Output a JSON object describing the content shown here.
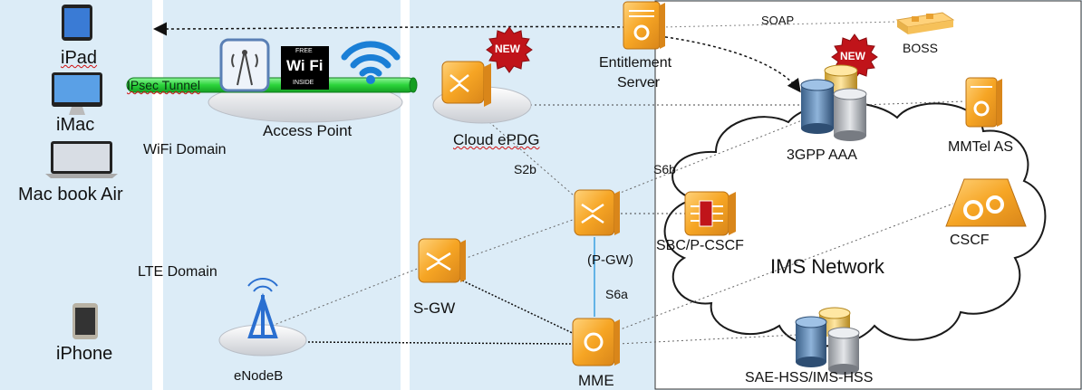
{
  "devices": {
    "ipad": "iPad",
    "imac": "iMac",
    "macbook": "Mac book Air",
    "iphone": "iPhone"
  },
  "domains": {
    "wifi": "WiFi Domain",
    "lte": "LTE Domain"
  },
  "tunnel": "IPsec Tunnel",
  "wifi_badge": {
    "free": "FREE",
    "brand": "Wi Fi",
    "inside": "INSIDE"
  },
  "nodes": {
    "access_point": "Access Point",
    "cloud_epdg": "Cloud ePDG",
    "entitlement_line1": "Entitlement",
    "entitlement_line2": "Server",
    "boss": "BOSS",
    "aaa": "3GPP AAA",
    "mmtel": "MMTel AS",
    "sbc": "SBC/P-CSCF",
    "cscf": "CSCF",
    "ims": "IMS Network",
    "pgw": "(P-GW)",
    "sgw": "S-GW",
    "enodeb": "eNodeB",
    "mme": "MME",
    "hss": "SAE-HSS/IMS-HSS"
  },
  "badges": {
    "new": "NEW"
  },
  "interfaces": {
    "soap": "SOAP",
    "s2b": "S2b",
    "s6b": "S6b",
    "s6a": "S6a"
  },
  "colors": {
    "panel": "#dcecf7",
    "router_orange": "#f6a524",
    "router_dark": "#d9861a",
    "new_badge": "#c0141a",
    "tunnel": "#2bd43a",
    "cloud_line": "#1a1a1a"
  }
}
